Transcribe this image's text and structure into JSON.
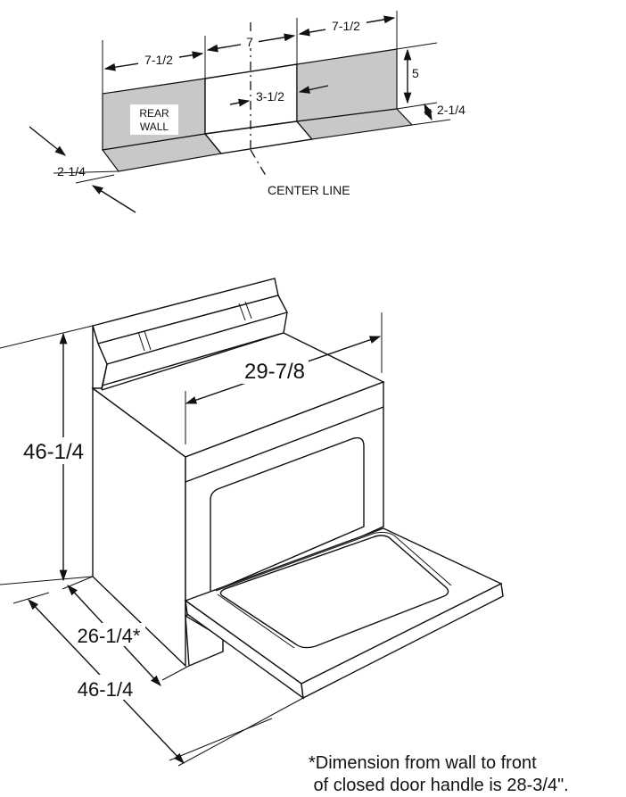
{
  "top_diagram": {
    "dim_left_width": "7-1/2",
    "dim_center_width": "7",
    "dim_right_width": "7-1/2",
    "dim_height": "5",
    "dim_depth_right": "2-1/4",
    "dim_depth_left": "2-1/4",
    "dim_center_offset": "3-1/2",
    "rear_wall_line1": "REAR",
    "rear_wall_line2": "WALL",
    "center_line_label": "CENTER LINE"
  },
  "range_diagram": {
    "dim_width": "29-7/8",
    "dim_height": "46-1/4",
    "dim_depth": "26-1/4*",
    "dim_depth_open": "46-1/4"
  },
  "footnote": {
    "line1": "*Dimension from wall to front",
    "line2": " of closed door handle is 28-3/4\"."
  }
}
